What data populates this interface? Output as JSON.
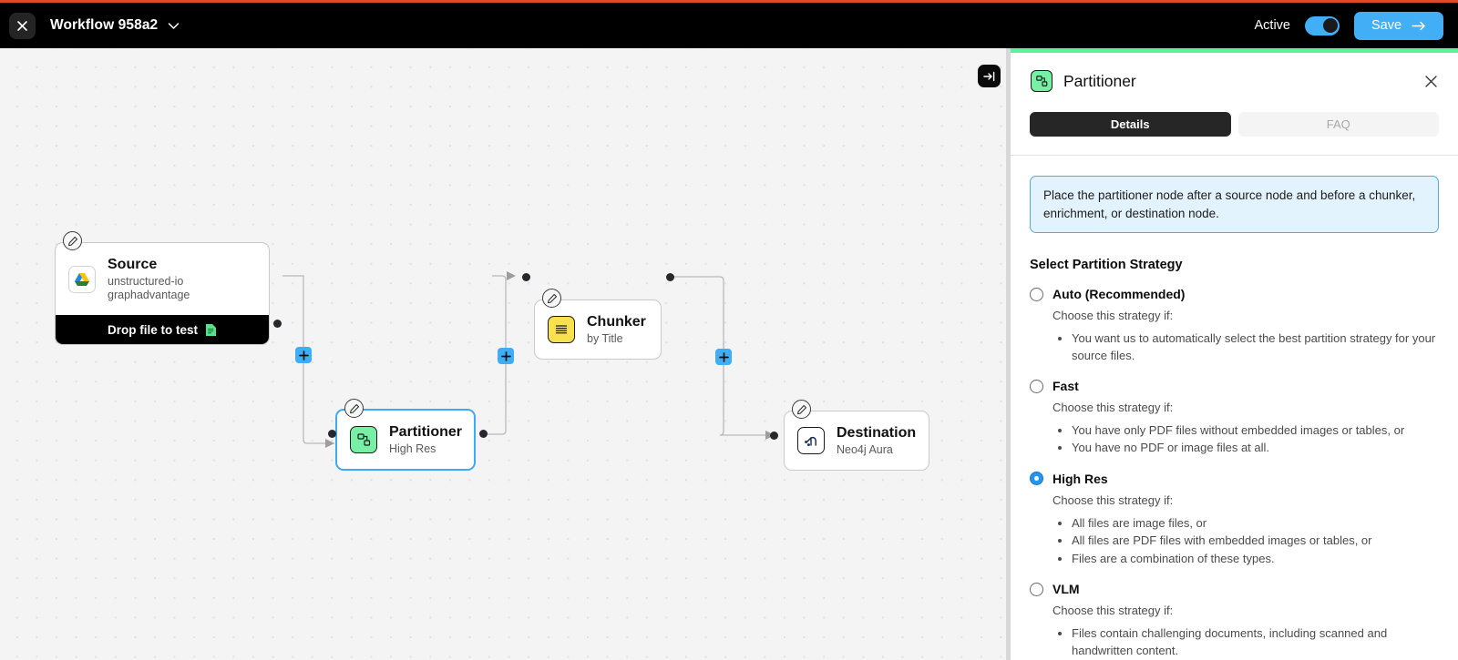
{
  "topbar": {
    "close_icon": "close-icon",
    "workflow_title": "Workflow 958a2",
    "caret_icon": "chevron-down-icon",
    "active_label": "Active",
    "active_toggle_state": "on",
    "save_label": "Save",
    "save_arrow_icon": "arrow-right-icon",
    "accent_color": "#42AEF5"
  },
  "canvas": {
    "collapse_button_icon": "collapse-panel-right-icon",
    "background_color": "#f4f4f4",
    "nodes": [
      {
        "id": "source",
        "title": "Source",
        "subtitle": "unstructured-io graphadvantage",
        "icon": "google-drive-icon",
        "footer_label": "Drop file to test",
        "footer_icon": "document-green-icon",
        "edit_icon": "pencil-icon",
        "selected": false
      },
      {
        "id": "chunker",
        "title": "Chunker",
        "subtitle": "by Title",
        "icon": "chunker-lines-icon",
        "edit_icon": "pencil-icon",
        "selected": false
      },
      {
        "id": "partitioner",
        "title": "Partitioner",
        "subtitle": "High Res",
        "icon": "partitioner-icon",
        "edit_icon": "pencil-icon",
        "selected": true
      },
      {
        "id": "destination",
        "title": "Destination",
        "subtitle": "Neo4j Aura",
        "icon": "neo4j-icon",
        "edit_icon": "pencil-icon",
        "selected": false
      }
    ],
    "add_buttons": [
      {
        "id": "add-between-source-partitioner",
        "icon": "plus-icon"
      },
      {
        "id": "add-between-partitioner-chunker",
        "icon": "plus-icon"
      },
      {
        "id": "add-between-chunker-destination",
        "icon": "plus-icon"
      }
    ]
  },
  "panel": {
    "accent_color": "#62EEA0",
    "icon": "partitioner-icon",
    "title": "Partitioner",
    "close_icon": "close-icon",
    "tabs": [
      {
        "label": "Details",
        "active": true
      },
      {
        "label": "FAQ",
        "active": false
      }
    ],
    "callout": "Place the partitioner node after a source node and before a chunker, enrichment, or destination node.",
    "section_heading": "Select Partition Strategy",
    "options": [
      {
        "label": "Auto (Recommended)",
        "checked": false,
        "hint": "Choose this strategy if:",
        "bullets": [
          "You want us to automatically select the best partition strategy for your source files."
        ]
      },
      {
        "label": "Fast",
        "checked": false,
        "hint": "Choose this strategy if:",
        "bullets": [
          "You have only PDF files without embedded images or tables, or",
          "You have no PDF or image files at all."
        ]
      },
      {
        "label": "High Res",
        "checked": true,
        "hint": "Choose this strategy if:",
        "bullets": [
          "All files are image files, or",
          "All files are PDF files with embedded images or tables, or",
          "Files are a combination of these types."
        ]
      },
      {
        "label": "VLM",
        "checked": false,
        "hint": "Choose this strategy if:",
        "bullets": [
          "Files contain challenging documents, including scanned and handwritten content."
        ]
      }
    ]
  }
}
